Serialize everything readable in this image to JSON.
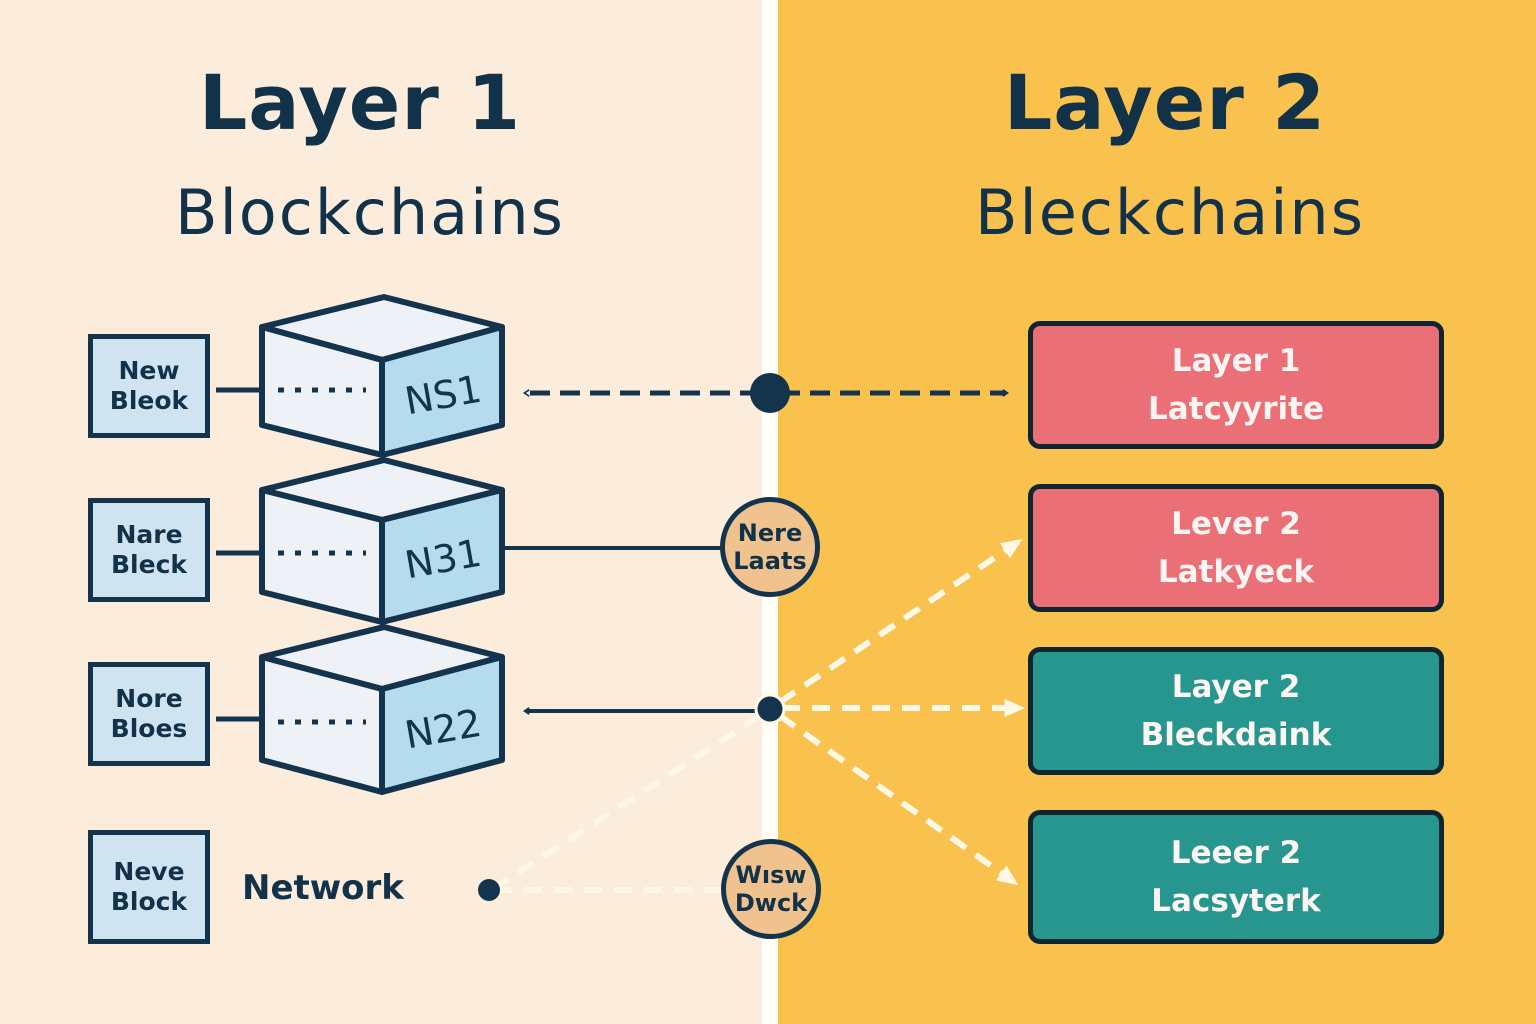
{
  "left_panel": {
    "title": "Layer 1",
    "subtitle": "Blockchains",
    "background": "#fbecdc",
    "blocks": [
      {
        "label_line1": "New",
        "label_line2": "Bleok",
        "node": "NS1"
      },
      {
        "label_line1": "Nare",
        "label_line2": "Bleck",
        "node": "N31"
      },
      {
        "label_line1": "Nore",
        "label_line2": "Bloes",
        "node": "N22"
      }
    ],
    "network_block": {
      "label_line1": "Neve",
      "label_line2": "Block"
    },
    "network_label": "Network"
  },
  "right_panel": {
    "title": "Layer 2",
    "subtitle": "Bleckchains",
    "background": "#f9c24e",
    "cards": [
      {
        "line1": "Layer 1",
        "line2": "Latcyyrite",
        "color": "#ea6f76"
      },
      {
        "line1": "Lever 2",
        "line2": "Latkyeck",
        "color": "#ea6f76"
      },
      {
        "line1": "Layer 2",
        "line2": "Bleckdaink",
        "color": "#26968f"
      },
      {
        "line1": "Leeer 2",
        "line2": "Lacsyterk",
        "color": "#26968f"
      }
    ]
  },
  "connectors": {
    "circle_labels": [
      {
        "line1": "Nere",
        "line2": "Laats"
      },
      {
        "line1": "Wısw",
        "line2": "Dwck"
      }
    ]
  },
  "colors": {
    "ink": "#14344d",
    "cube_front": "#eef1f5",
    "cube_side": "#b5dbee",
    "dashed_light": "#fff8e6"
  }
}
